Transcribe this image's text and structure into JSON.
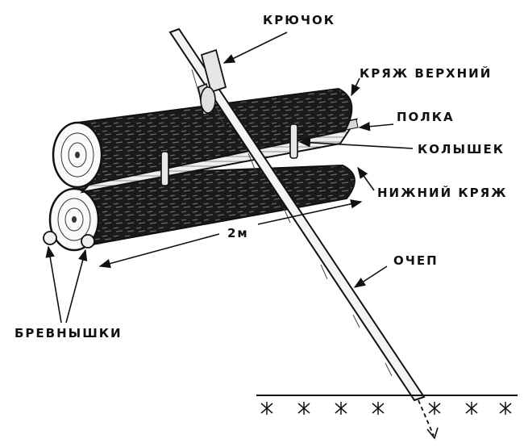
{
  "labels": {
    "hook": "КРЮЧОК",
    "upper_log": "КРЯЖ ВЕРХНИЙ",
    "shelf": "ПОЛКА",
    "peg": "КОЛЫШЕК",
    "lower_log": "НИЖНИЙ КРЯЖ",
    "length": "2м",
    "pole": "ОЧЕП",
    "small_logs": "БРЕВНЫШКИ"
  },
  "colors": {
    "ink": "#111111",
    "paper": "#ffffff",
    "wood_light": "#f2f2f2"
  }
}
